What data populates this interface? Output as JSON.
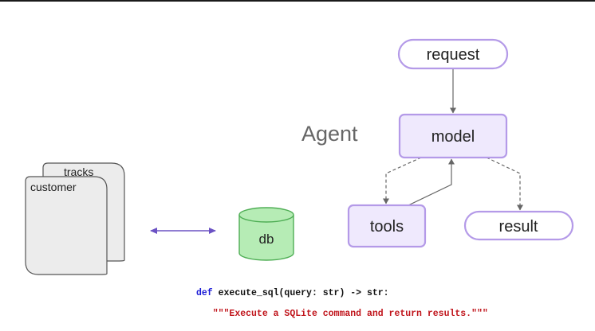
{
  "diagram": {
    "tables": [
      "tracks",
      "customer"
    ],
    "db_label": "db",
    "agent_label": "Agent",
    "nodes": {
      "request": "request",
      "model": "model",
      "tools": "tools",
      "result": "result"
    }
  },
  "code": {
    "keyword": "def",
    "signature": " execute_sql(query: str) -> str:",
    "docstring": "\"\"\"Execute a SQLite command and return results.\"\"\""
  },
  "colors": {
    "node_fill": "#efe9fd",
    "node_stroke": "#b49ae8",
    "db_fill": "#b6ecb5",
    "db_stroke": "#4fae55",
    "doc_fill": "#ececec",
    "arrow": "#6b52c4",
    "keyword": "#1a1ad6",
    "docstring": "#c0141b"
  }
}
